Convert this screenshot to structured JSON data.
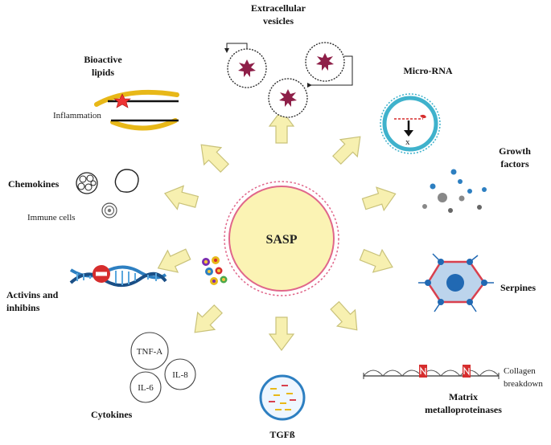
{
  "center": {
    "label": "SASP"
  },
  "factors": {
    "extracellular_vesicles": [
      "Extracellular",
      "vesicles"
    ],
    "micro_rna": "Micro-RNA",
    "micro_rna_mark": "x",
    "growth_factors": [
      "Growth",
      "factors"
    ],
    "serpines": "Serpines",
    "matrix_metalloproteinases": [
      "Matrix",
      "metalloproteinases"
    ],
    "collagen_breakdown": [
      "Collagen",
      "breakdown"
    ],
    "tgfb": "TGFß",
    "cytokines": "Cytokines",
    "cytokine_items": [
      "TNF-A",
      "IL-6",
      "IL-8"
    ],
    "activins": [
      "Activins and",
      "inhibins"
    ],
    "chemokines": "Chemokines",
    "immune_cells": "Immune cells",
    "bioactive_lipids": [
      "Bioactive",
      "lipids"
    ],
    "inflammation": "Inflammation"
  },
  "colors": {
    "center_fill": "#fbf3b4",
    "center_ring": "#e0668a",
    "arrow_fill": "#f7f0b0",
    "vesicle_core": "#8e1f48",
    "dna_blue": "#2d7fc1",
    "stop_red": "#d62d2d",
    "lipid_gold": "#e8b818",
    "serpine_blue": "#2169b3",
    "serpine_red": "#d8404e",
    "microrna_ring": "#3fb2cc"
  }
}
